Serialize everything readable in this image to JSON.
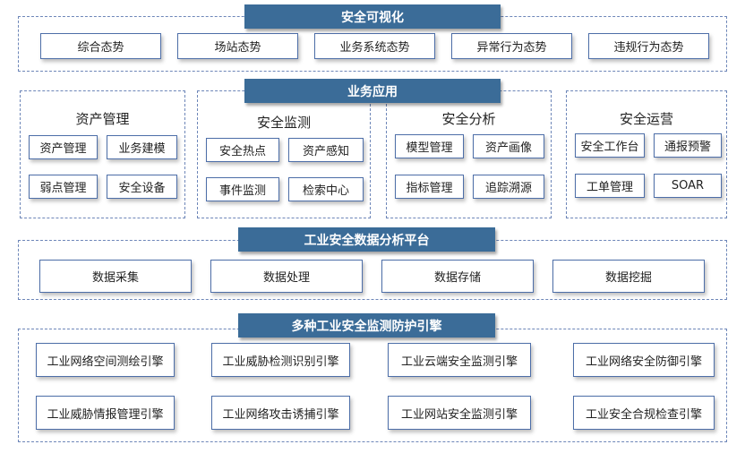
{
  "layers": {
    "visualization": {
      "title": "安全可视化",
      "items": [
        "综合态势",
        "场站态势",
        "业务系统态势",
        "异常行为态势",
        "违规行为态势"
      ]
    },
    "apps": {
      "title": "业务应用",
      "groups": [
        {
          "title": "资产管理",
          "items": [
            "资产管理",
            "业务建模",
            "弱点管理",
            "安全设备"
          ]
        },
        {
          "title": "安全监测",
          "items": [
            "安全热点",
            "资产感知",
            "事件监测",
            "检索中心"
          ]
        },
        {
          "title": "安全分析",
          "items": [
            "模型管理",
            "资产画像",
            "指标管理",
            "追踪溯源"
          ]
        },
        {
          "title": "安全运营",
          "items": [
            "安全工作台",
            "通报预警",
            "工单管理",
            "SOAR"
          ]
        }
      ]
    },
    "platform": {
      "title": "工业安全数据分析平台",
      "items": [
        "数据采集",
        "数据处理",
        "数据存储",
        "数据挖掘"
      ]
    },
    "engines": {
      "title": "多种工业安全监测防护引擎",
      "items": [
        "工业网络空间测绘引擎",
        "工业威胁检测识别引擎",
        "工业云端安全监测引擎",
        "工业网络安全防御引擎",
        "工业威胁情报管理引擎",
        "工业网络攻击诱捕引擎",
        "工业网站安全监测引擎",
        "工业安全合规检查引擎"
      ]
    }
  }
}
